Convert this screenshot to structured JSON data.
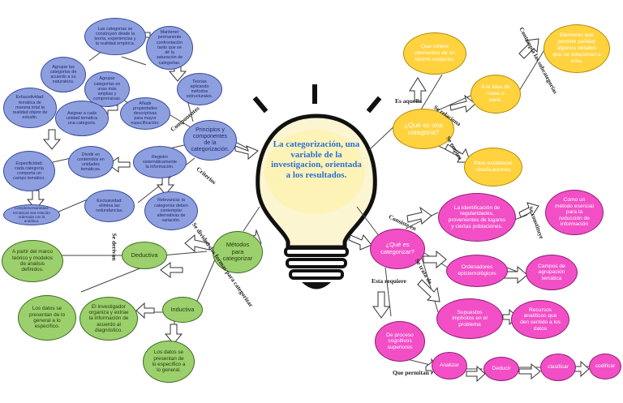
{
  "center": {
    "title": "La categorización, una variable de la investigacion, orientada a los resultados."
  },
  "colors": {
    "blue": "#8e9fe0",
    "yellow": "#ffd23e",
    "pink": "#f24fc7",
    "green": "#9bd06c",
    "title": "#2b6fd6"
  },
  "blue_nodes": {
    "principios": "Principios y componentes de la categorización.",
    "n1": "Las categorías se construyen desde la teoría, experiencias y la realidad empírica.",
    "n2": "Mantener permanente confrontación tanto que se dé la saturación de categorías.",
    "n3": "Agrupar las categorías de acuerdo a su naturaleza.",
    "n4": "Agrupar categorías en unas más amplias y comprensivas.",
    "n5": "Dividir en contenidos en unidades temáticas.",
    "n6": "Asignar a cada unidad temática una categoría.",
    "n7": "Añadir propiedades descriptivas para mayor especificación.",
    "n8": "Teorías aplicando métodos estructurales.",
    "n9": "Exhaustividad: temática de manera total la realidad objeto de estudio.",
    "n10": "Especificidad: cada categoría comporta un campo temático.",
    "n11": "Complementariedad: temáticas sea relación ordenada con la analítica.",
    "n12": "Exclusividad: elimina las redundancias.",
    "n13": "Registro sistemáticamente la información.",
    "n14": "Relevancia: la categorías deben contemplar alternativas de variación."
  },
  "yellow_nodes": {
    "que_es": "¿Qué es una categoría?",
    "n1": "Que refiere elementos de un mismo conjunto.",
    "n2": "A la idea de clase o serie.",
    "n3": "Elemento que permite señalar algunos detalles que se relacionan a esta.",
    "n4": "Para establecer clasificaciones"
  },
  "pink_nodes": {
    "que_es": "¿Qué es categorizar?",
    "n1": "La identificación de regularidades, provenientes de lugares y ciertas poblaciones.",
    "n2": "Como un método esencial para la reducción de información",
    "n3": "Ordenadores epistemológicos",
    "n4": "Campos de agrupación temática",
    "n5": "Supuestos implícitos en el problema",
    "n6": "Recursos analíticos que den sentido a los datos",
    "n7": "De proceso cognitivos superiores",
    "n8": "Analizar",
    "n9": "Deducir",
    "n10": "clasificar",
    "n11": "codificar"
  },
  "green_nodes": {
    "metodos": "Métodos para categorizar",
    "deductiva": "Deductiva",
    "inductiva": "Inductiva",
    "n1": "A partir del marco teórico y modelos de análisis definidos.",
    "n2": "Los datos se presentan de lo general a lo específico.",
    "n3": "El investigador organiza y extrae la información de acuerdo al diagnóstico.",
    "n4": "Los datos se presentan de lo específico a lo general."
  },
  "labels": {
    "es_aquella": "Es aquella",
    "se_relaciona": "Se relaciona",
    "se_emplea": "Se emplea",
    "contempla": "Contempla las subcategorías",
    "consiste_en": "Consiste en",
    "se_constituye": "Se constituye",
    "se_trata_de": "Se trata de",
    "esta_requiere": "Esta requiere",
    "que_permitan": "Que permitan",
    "se_derivan": "Se derivan",
    "se_dividen": "Se dividen dos formas para categorizar",
    "criterios": "Criterios",
    "componentes": "Componentes"
  }
}
